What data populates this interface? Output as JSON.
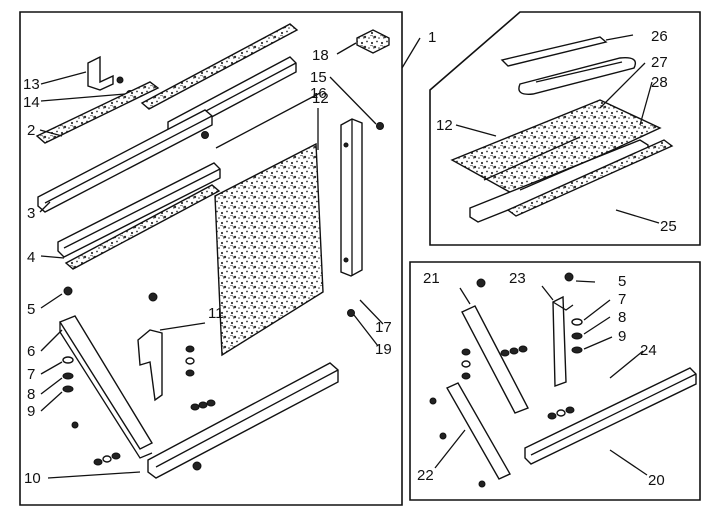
{
  "callouts": {
    "n1": "1",
    "n2": "2",
    "n3": "3",
    "n4": "4",
    "n5": "5",
    "n6": "6",
    "n7": "7",
    "n8": "8",
    "n9": "9",
    "n10": "10",
    "n11": "11",
    "n12": "12",
    "n13": "13",
    "n14": "14",
    "n15": "15",
    "n16": "16",
    "n17": "17",
    "n18": "18",
    "n19": "19",
    "k12": "12",
    "k25": "25",
    "k26": "26",
    "k27": "27",
    "k28": "28",
    "b5": "5",
    "b7": "7",
    "b8": "8",
    "b9": "9",
    "b20": "20",
    "b21": "21",
    "b22": "22",
    "b23": "23",
    "b24": "24"
  }
}
